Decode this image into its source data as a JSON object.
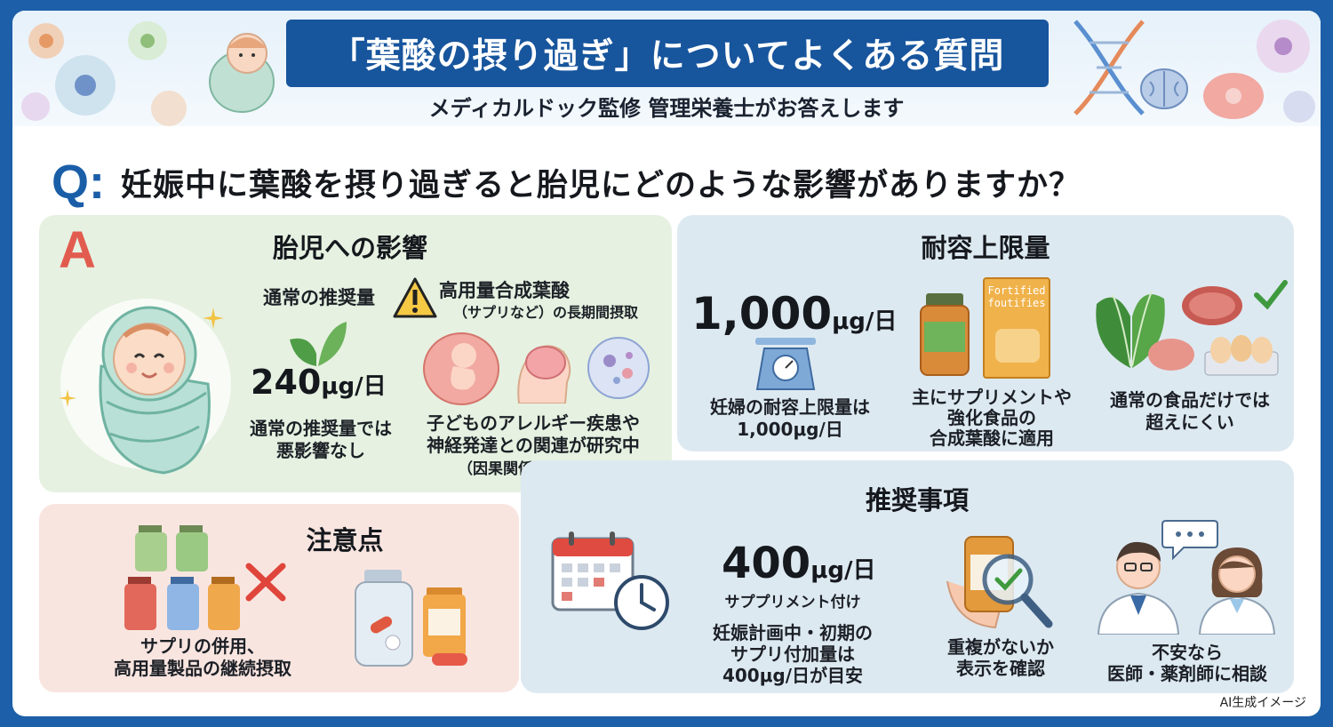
{
  "header": {
    "title": "「葉酸の摂り過ぎ」についてよくある質問",
    "subtitle": "メディカルドック監修 管理栄養士がお答えします"
  },
  "question": {
    "mark": "Q:",
    "text": "妊娠中に葉酸を摂り過ぎると胎児にどのような影響がありますか？"
  },
  "fetal": {
    "answer_mark": "A",
    "title": "胎児への影響",
    "normal_heading": "通常の推奨量",
    "normal_value": "240",
    "normal_unit": "μg/日",
    "normal_desc": "通常の推奨量では\n悪影響なし",
    "high_heading": "高用量合成葉酸",
    "high_sub": "（サプリなど）の長期間摂取",
    "high_desc": "子どものアレルギー疾患や\n神経発達との関連が研究中",
    "high_note": "（因果関係は不明確）"
  },
  "tolerance": {
    "title": "耐容上限量",
    "value": "1,000",
    "unit": "μg/日",
    "desc1": "妊婦の耐容上限量は\n1,000μg/日",
    "pkg_label": "Fortified\nfoutifies",
    "desc2": "主にサプリメントや\n強化食品の\n合成葉酸に適用",
    "desc3": "通常の食品だけでは\n超えにくい"
  },
  "caution": {
    "title": "注意点",
    "desc": "サプリの併用、\n高用量製品の継続摂取"
  },
  "recommend": {
    "title": "推奨事項",
    "value": "400",
    "unit": "μg/日",
    "value_sub": "サププリメント付け",
    "desc1": "妊娠計画中・初期の\nサプリ付加量は\n400μg/日が目安",
    "desc2": "重複がないか\n表示を確認",
    "desc3": "不安なら\n医師・薬剤師に相談"
  },
  "footer": {
    "note": "AI生成イメージ"
  },
  "colors": {
    "brand": "#17559d",
    "fetal_bg": "#e6f1e1",
    "info_bg": "#dde9f1",
    "caution_bg": "#f9e5e0",
    "accent_red": "#e25b4f"
  },
  "icons": [
    "cell-icon",
    "baby-icon",
    "dna-icon",
    "brain-icon",
    "leaf-icon",
    "warning-icon",
    "fetus-icon",
    "scale-icon",
    "supplement-bottle-icon",
    "food-package-icon",
    "spinach-icon",
    "meat-icon",
    "egg-icon",
    "check-icon",
    "cross-icon",
    "pill-bottle-icon",
    "calendar-icon",
    "clock-icon",
    "magnifier-icon",
    "doctor-icon",
    "pharmacist-icon",
    "speech-bubble-icon",
    "sparkle-icon"
  ]
}
